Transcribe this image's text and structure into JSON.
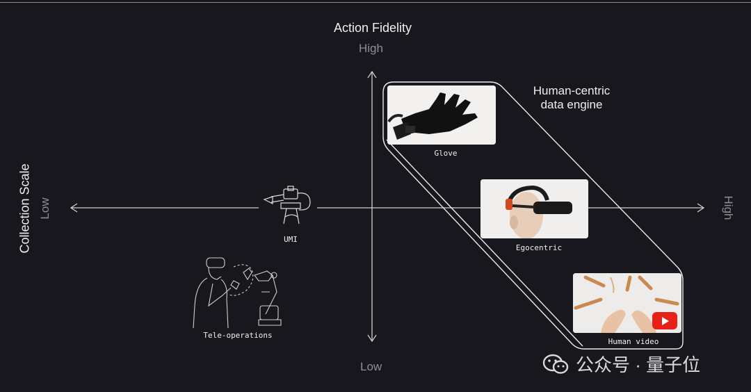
{
  "diagram": {
    "y_axis": {
      "title": "Action Fidelity",
      "high": "High",
      "low": "Low"
    },
    "x_axis": {
      "title": "Collection Scale",
      "low": "Low",
      "high": "High"
    },
    "engine_label": "Human-centric data engine",
    "items": {
      "glove": "Glove",
      "egocentric": "Egocentric",
      "human_video": "Human video",
      "umi": "UMI",
      "teleop": "Tele-operations"
    }
  },
  "watermark": {
    "text": "公众号 · 量子位",
    "icon": "wechat-icon"
  },
  "colors": {
    "background": "#18171d",
    "line": "#d9d9dc",
    "youtube": "#e62117"
  }
}
